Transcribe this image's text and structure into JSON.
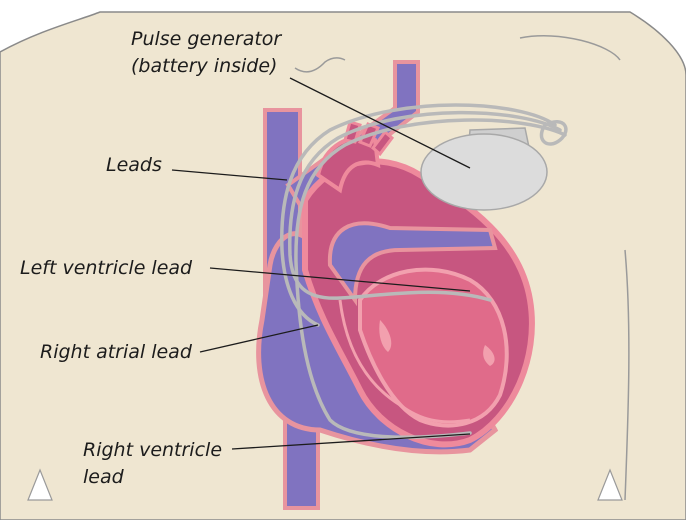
{
  "labels": {
    "pulse_generator_line1": "Pulse generator",
    "pulse_generator_line2": "(battery inside)",
    "leads": "Leads",
    "left_ventricle_lead": "Left ventricle lead",
    "right_atrial_lead": "Right atrial lead",
    "right_ventricle_lead_line1": "Right ventricle",
    "right_ventricle_lead_line2": "lead"
  },
  "colors": {
    "skin": "#efe6d1",
    "outline": "#8a8a8a",
    "vein": "#8073c0",
    "vein_edge": "#e8949e",
    "heart_dark": "#c75680",
    "heart_light": "#ee8a9c",
    "lead_wire": "#c9c9c9",
    "generator": "#d9d9d9"
  }
}
